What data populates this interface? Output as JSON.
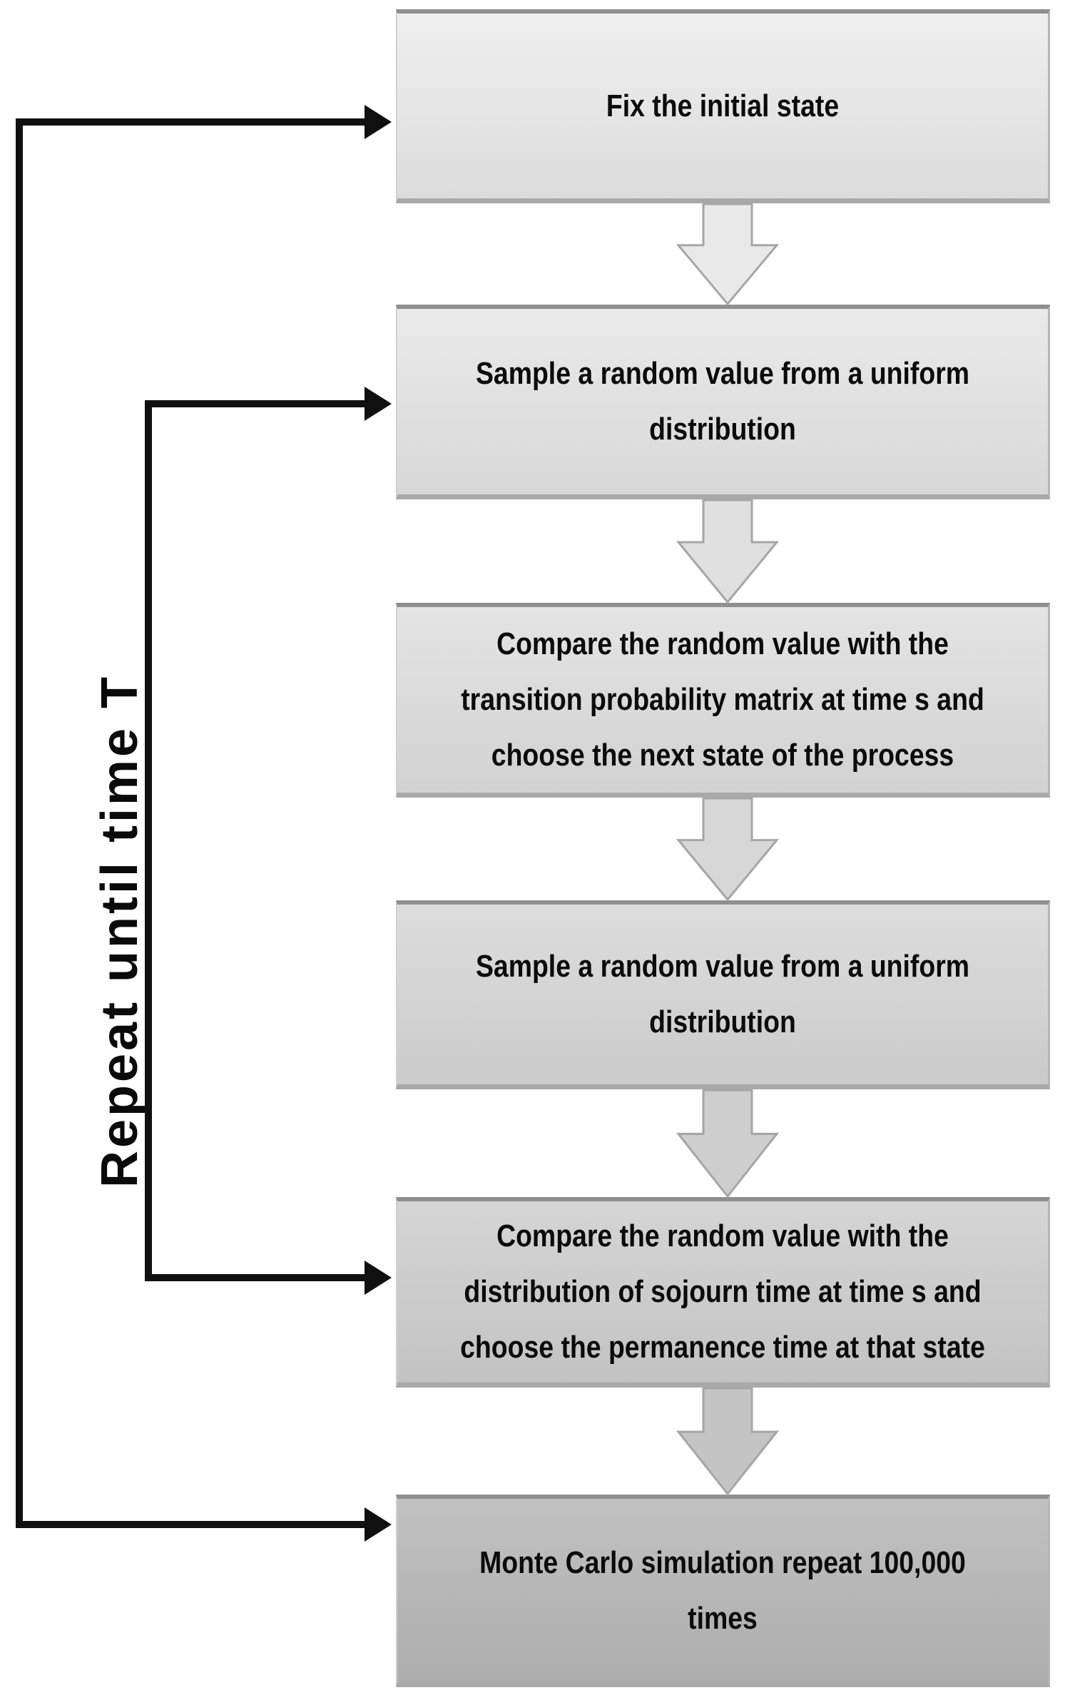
{
  "diagram": {
    "repeat_label": "Repeat until time T",
    "steps": [
      {
        "name": "fix-initial-state",
        "label": "Fix the initial state"
      },
      {
        "name": "sample-uniform-1",
        "label": "Sample a random value from a uniform\ndistribution"
      },
      {
        "name": "compare-transition-matrix",
        "label": "Compare the random value with the\ntransition probability matrix at time s and\nchoose the next state of the process"
      },
      {
        "name": "sample-uniform-2",
        "label": "Sample a random value from a uniform\ndistribution"
      },
      {
        "name": "compare-sojourn-distribution",
        "label": "Compare the random value with the\ndistribution of sojourn time at time s and\nchoose the permanence time at that state"
      },
      {
        "name": "monte-carlo-repeat",
        "label": "Monte Carlo simulation repeat 100,000\ntimes"
      }
    ],
    "flow_arrows": [
      {
        "fill": "#e9e9e9"
      },
      {
        "fill": "#e0e0e0"
      },
      {
        "fill": "#d7d7d7"
      },
      {
        "fill": "#cecece"
      },
      {
        "fill": "#c4c4c4"
      }
    ],
    "colors": {
      "connector": "#101010",
      "block_arrow_outline": "#a6a6a6",
      "box_border_top": "#8f8f8f",
      "box_fill_lightest": "#efefef",
      "box_fill_darkest": "#adadad",
      "text": "#0b0b0b",
      "background": "#ffffff"
    }
  }
}
